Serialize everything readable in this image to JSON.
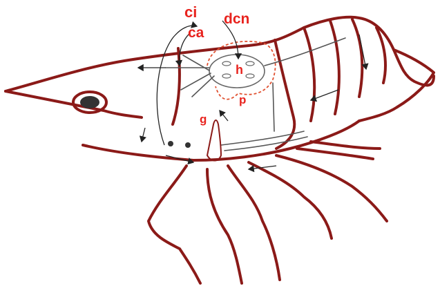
{
  "labels": {
    "ci": "ci",
    "ca": "ca",
    "dcn": "dcn",
    "h": "h",
    "p": "p",
    "g": "g"
  },
  "colors": {
    "outline": "#8b1a18",
    "label": "#e8231e",
    "pericardial_dashed": "#e05030",
    "vessel": "#555555",
    "arrow": "#222222"
  }
}
